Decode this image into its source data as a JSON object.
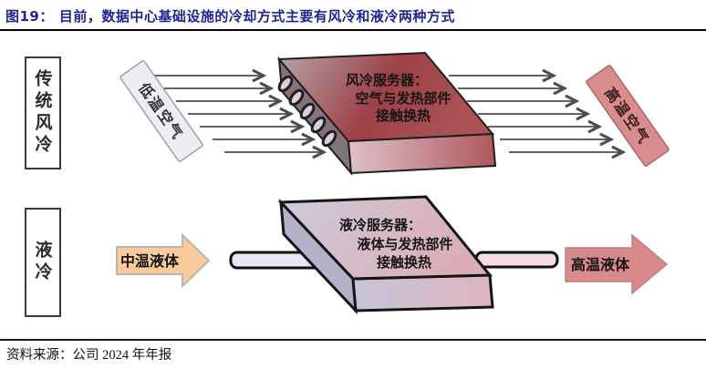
{
  "header": {
    "figure_label": "图19：",
    "title": "目前，数据中心基础设施的冷却方式主要有风冷和液冷两种方式"
  },
  "categories": {
    "air": "传统风冷",
    "liquid": "液冷"
  },
  "air_section": {
    "inlet_label": "低温空气",
    "outlet_label": "高温空气",
    "server": {
      "line1": "风冷服务器：",
      "line2": "空气与发热部件",
      "line3": "接触换热"
    }
  },
  "liquid_section": {
    "inlet_label": "中温液体",
    "outlet_label": "高温液体",
    "server": {
      "line1": "液冷服务器：",
      "line2": "液体与发热部件",
      "line3": "接触换热"
    }
  },
  "footer": {
    "source": "资料来源：公司 2024 年年报"
  },
  "colors": {
    "title_navy": "#23238f",
    "cold_label_fill": "#edeef4",
    "hot_label_fill": "#d78d8e",
    "hot_label_text": "#3f1d1d",
    "cold_label_text": "#333333",
    "mid_liquid_arrow_fill": "#f9cb9c",
    "hot_liquid_arrow_fill": "#d8898b",
    "flow_arrow_gray": "#4d4d4d"
  }
}
